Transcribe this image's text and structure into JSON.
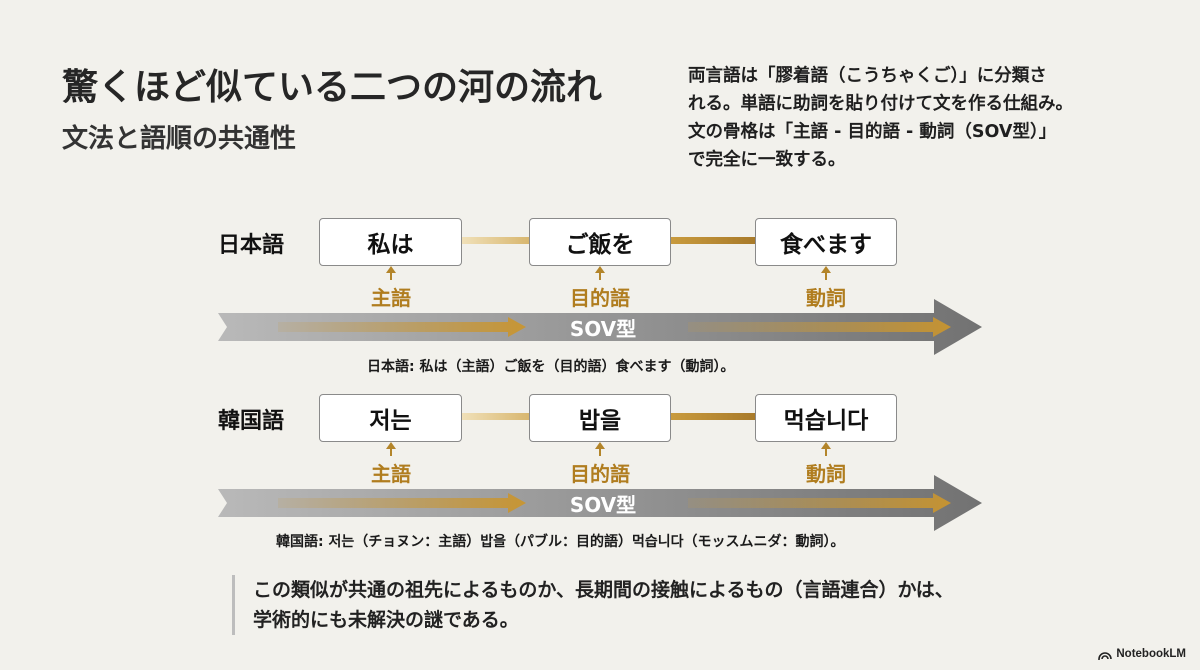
{
  "title": "驚くほど似ている二つの河の流れ",
  "subtitle": "文法と語順の共通性",
  "intro_lines": [
    "両言語は「膠着語（こうちゃくご）」に分類さ",
    "れる。単語に助詞を貼り付けて文を作る仕組み。",
    "文の骨格は「主語 - 目的語 - 動詞（SOV型）」",
    "で完全に一致する。"
  ],
  "rows": [
    {
      "label": "日本語",
      "words": [
        "私は",
        "ご飯を",
        "食べます"
      ],
      "roles": [
        "主語",
        "目的語",
        "動詞"
      ],
      "band_label": "SOV型",
      "caption": "日本語: 私は（主語）ご飯を（目的語）食べます（動詞）。"
    },
    {
      "label": "韓国語",
      "words": [
        "저는",
        "밥을",
        "먹습니다"
      ],
      "roles": [
        "主語",
        "目的語",
        "動詞"
      ],
      "band_label": "SOV型",
      "caption": "韓国語: 저는（チョヌン：主語）밥을（パブル：目的語）먹습니다（モッスムニダ：動詞）。"
    }
  ],
  "note_lines": [
    "この類似が共通の祖先によるものか、長期間の接触によるもの（言語連合）かは、",
    "学術的にも未解決の謎である。"
  ],
  "brand": "NotebookLM",
  "colors": {
    "gold": "#b07d1f",
    "band_gray": "#8f8f8f",
    "background": "#f2f1ec"
  }
}
